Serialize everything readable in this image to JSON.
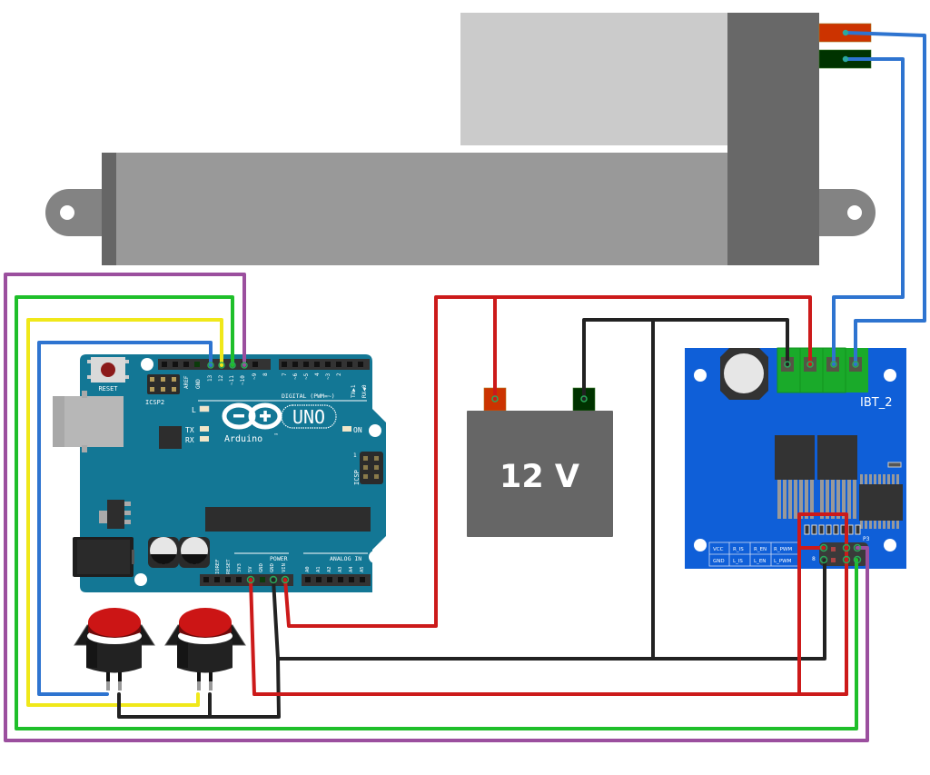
{
  "diagram": {
    "title": "Arduino UNO + IBT_2 linear actuator wiring",
    "colors": {
      "wire_red": "#cc1a1a",
      "wire_black": "#222222",
      "wire_blue": "#2e74d0",
      "wire_yellow": "#f0e81a",
      "wire_green": "#1fbf2a",
      "wire_purple": "#9b4f9e",
      "arduino_board": "#137795",
      "ibt2_board": "#0f5fd8",
      "battery": "#666666",
      "terminal_block": "#1aaa2a"
    }
  },
  "actuator": {
    "name": "Linear actuator",
    "terminals": [
      "positive",
      "negative"
    ]
  },
  "battery": {
    "label": "12 V"
  },
  "arduino": {
    "logo_text": "Arduino",
    "model": "UNO",
    "trademark": "TM",
    "reset_label": "RESET",
    "icsp2_label": "ICSP2",
    "icsp_label": "ICSP",
    "icsp_pin1": "1",
    "led_labels": {
      "l": "L",
      "tx": "TX",
      "rx": "RX",
      "on": "ON"
    },
    "digital_label": "DIGITAL (PWM=~)",
    "power_label": "POWER",
    "analog_label": "ANALOG IN",
    "top_header_pins": [
      "AREF",
      "GND",
      "13",
      "12",
      "~11",
      "~10",
      "~9",
      "8"
    ],
    "top_header_pins_right": [
      "7",
      "~6",
      "~5",
      "4",
      "~3",
      "2",
      "TX▶1",
      "RX◀0"
    ],
    "power_pins": [
      "IOREF",
      "RESET",
      "3V3",
      "5V",
      "GND",
      "GND",
      "VIN"
    ],
    "analog_pins": [
      "A0",
      "A1",
      "A2",
      "A3",
      "A4",
      "A5"
    ]
  },
  "ibt2": {
    "label": "IBT_2",
    "header_label": "P3",
    "header_pin_label": "8",
    "pin_table": [
      [
        "VCC",
        "R_IS",
        "R_EN",
        "R_PWM"
      ],
      [
        "GND",
        "L_IS",
        "L_EN",
        "L_PWM"
      ]
    ]
  },
  "buttons": [
    {
      "name": "Push button 1",
      "color": "#cc1a1a"
    },
    {
      "name": "Push button 2",
      "color": "#cc1a1a"
    }
  ],
  "connections": [
    {
      "from": "Arduino D13",
      "to": "Button 1",
      "color": "blue"
    },
    {
      "from": "Arduino D12",
      "to": "Button 2",
      "color": "yellow"
    },
    {
      "from": "Arduino D11",
      "to": "IBT_2 L_PWM",
      "color": "green"
    },
    {
      "from": "Arduino D10",
      "to": "IBT_2 R_PWM",
      "color": "purple"
    },
    {
      "from": "Arduino 5V",
      "to": "IBT_2 VCC / R_EN / L_EN",
      "color": "red"
    },
    {
      "from": "Arduino GND",
      "to": "IBT_2 GND / Buttons / Battery -",
      "color": "black"
    },
    {
      "from": "Arduino VIN",
      "to": "Battery +",
      "color": "red"
    },
    {
      "from": "Battery +",
      "to": "IBT_2 B+",
      "color": "red"
    },
    {
      "from": "Battery -",
      "to": "IBT_2 B-",
      "color": "black"
    },
    {
      "from": "IBT_2 M+",
      "to": "Actuator +",
      "color": "blue"
    },
    {
      "from": "IBT_2 M-",
      "to": "Actuator -",
      "color": "blue"
    }
  ]
}
